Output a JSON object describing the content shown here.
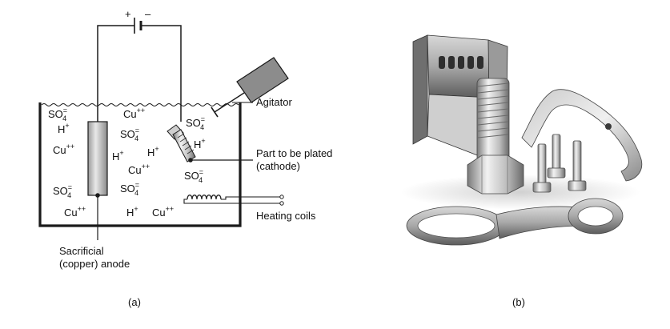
{
  "panel_a": {
    "caption": "(a)",
    "battery": {
      "plus": "+",
      "minus": "–"
    },
    "labels": {
      "agitator": "Agitator",
      "part_line1": "Part to be plated",
      "part_line2": "(cathode)",
      "heating": "Heating coils",
      "anode_line1": "Sacrificial",
      "anode_line2": "(copper) anode"
    },
    "ions": [
      {
        "base": "SO",
        "sub": "4",
        "sup": "="
      },
      {
        "base": "Cu",
        "sup": "++"
      },
      {
        "base": "SO",
        "sub": "4",
        "sup": "="
      },
      {
        "base": "H",
        "sup": "+"
      },
      {
        "base": "SO",
        "sub": "4",
        "sup": "="
      },
      {
        "base": "H",
        "sup": "+"
      },
      {
        "base": "Cu",
        "sup": "++"
      },
      {
        "base": "H",
        "sup": "+"
      },
      {
        "base": "H",
        "sup": "+"
      },
      {
        "base": "Cu",
        "sup": "++"
      },
      {
        "base": "SO",
        "sub": "4",
        "sup": "="
      },
      {
        "base": "SO",
        "sub": "4",
        "sup": "="
      },
      {
        "base": "SO",
        "sub": "4",
        "sup": "="
      },
      {
        "base": "Cu",
        "sup": "++"
      },
      {
        "base": "H",
        "sup": "+"
      },
      {
        "base": "Cu",
        "sup": "++"
      }
    ]
  },
  "panel_b": {
    "caption": "(b)"
  },
  "colors": {
    "line": "#1a1a1a",
    "anode_fill": "#cfcfcf",
    "agitator_fill": "#8c8c8c",
    "metal_light": "#e6e6e6",
    "metal_mid": "#b5b5b5",
    "metal_dark": "#6e6e6e"
  }
}
